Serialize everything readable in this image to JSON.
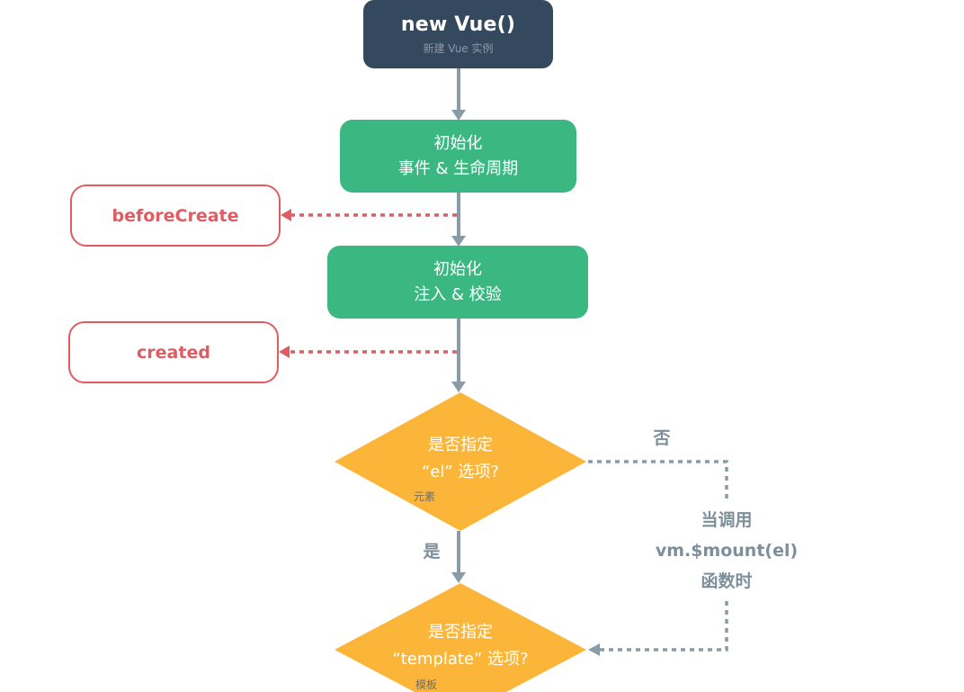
{
  "colors": {
    "dark_node": "#35495e",
    "green_node": "#3bb882",
    "hook": "#e05c63",
    "decision": "#fbb63a",
    "connector": "#8a9ba8"
  },
  "nodes": {
    "new_vue": {
      "title": "new Vue()",
      "subtitle": "新建 Vue 实例"
    },
    "init_events": {
      "line1": "初始化",
      "line2": "事件 & 生命周期"
    },
    "init_injections": {
      "line1": "初始化",
      "line2": "注入 & 校验"
    },
    "hook_before_create": {
      "label": "beforeCreate"
    },
    "hook_created": {
      "label": "created"
    },
    "decision_el": {
      "line1": "是否指定",
      "line2": "“el” 选项?",
      "note": "元素"
    },
    "decision_template": {
      "line1": "是否指定",
      "line2": "“template” 选项?",
      "note": "模板"
    }
  },
  "edge_labels": {
    "no": "否",
    "yes": "是",
    "mount_line1": "当调用",
    "mount_line2": "vm.$mount(el)",
    "mount_line3": "函数时"
  }
}
